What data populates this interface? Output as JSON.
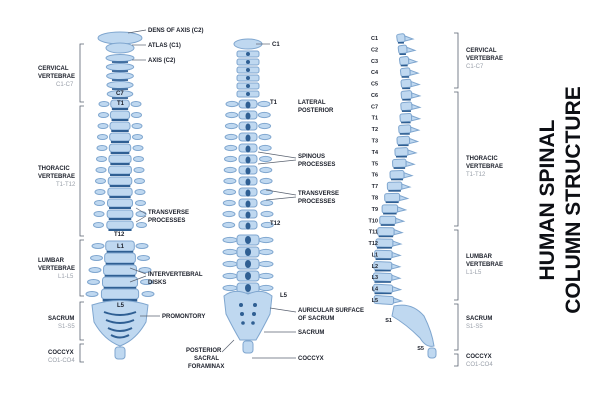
{
  "title": {
    "line1": "HUMAN SPINAL",
    "line2": "COLUMN STRUCTURE"
  },
  "colors": {
    "bone": "#bfd8f0",
    "bone_dark": "#7fa6cf",
    "disc": "#2f5f93",
    "line": "#5a6270",
    "text": "#1b1f2a",
    "muted": "#9aa0aa"
  },
  "front_view": {
    "callouts": {
      "dens": "DENS OF AXIS (C2)",
      "atlas": "ATLAS (C1)",
      "axis": "AXIS (C2)",
      "transverse": [
        "TRANSVERSE",
        "PROCESSES"
      ],
      "intervertebral": [
        "INTERVERTEBRAL",
        "DISKS"
      ],
      "promontory": "PROMONTORY"
    },
    "markers": {
      "c7": "C7",
      "t1": "T1",
      "t12": "T12",
      "l1": "L1",
      "l5": "L5"
    },
    "regions": [
      {
        "name": [
          "CERVICAL",
          "VERTEBRAE"
        ],
        "range": "C1-C7"
      },
      {
        "name": [
          "THORACIC",
          "VERTEBRAE"
        ],
        "range": "T1-T12"
      },
      {
        "name": [
          "LUMBAR",
          "VERTEBRAE"
        ],
        "range": "L1-L5"
      },
      {
        "name": [
          "SACRUM"
        ],
        "range": "S1-S5"
      },
      {
        "name": [
          "COCCYX"
        ],
        "range": "CO1-CO4"
      }
    ]
  },
  "back_view": {
    "markers": {
      "c1": "C1",
      "t1": "T1",
      "t12": "T12",
      "l5": "L5"
    },
    "labels": {
      "lateral": [
        "LATERAL",
        "POSTERIOR"
      ],
      "spinous": [
        "SPINOUS",
        "PROCESSES"
      ],
      "transverse": [
        "TRANSVERSE",
        "PROCESSES"
      ],
      "auricular": [
        "AURICULAR SURFACE",
        "OF SACRUM"
      ],
      "sacrum": "SACRUM",
      "coccyx": "COCCYX",
      "foramina": [
        "POSTERIOR",
        "SACRAL",
        "FORAMINAX"
      ]
    }
  },
  "side_view": {
    "vertebrae": [
      "C1",
      "C2",
      "C3",
      "C4",
      "C5",
      "C6",
      "C7",
      "T1",
      "T2",
      "T3",
      "T4",
      "T5",
      "T6",
      "T7",
      "T8",
      "T9",
      "T10",
      "T11",
      "T12",
      "L1",
      "L2",
      "L3",
      "L4",
      "L5",
      "S1",
      "S5"
    ],
    "regions": [
      {
        "name": [
          "CERVICAL",
          "VERTEBRAE"
        ],
        "range": "C1-C7"
      },
      {
        "name": [
          "THORACIC",
          "VERTEBRAE"
        ],
        "range": "T1-T12"
      },
      {
        "name": [
          "LUMBAR",
          "VERTEBRAE"
        ],
        "range": "L1-L5"
      },
      {
        "name": [
          "SACRUM"
        ],
        "range": "S1-S5"
      },
      {
        "name": [
          "COCCYX"
        ],
        "range": "CO1-CO4"
      }
    ]
  }
}
